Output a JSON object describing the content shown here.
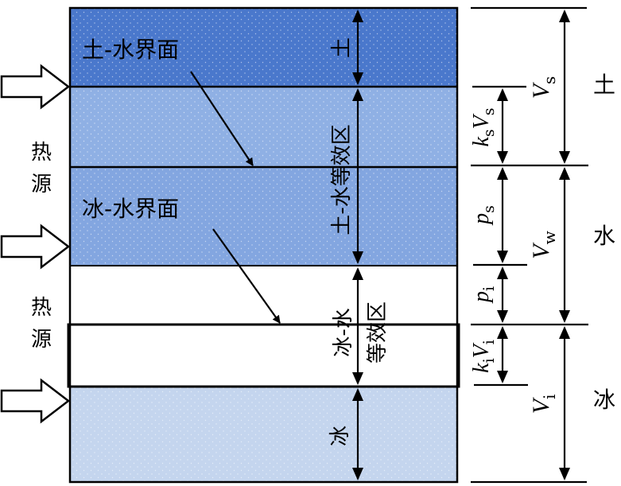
{
  "labels": {
    "soil_water_interface": "土-水界面",
    "ice_water_interface": "冰-水界面",
    "heat_source_1": [
      "热",
      "源"
    ],
    "heat_source_2": [
      "热",
      "源"
    ],
    "soil_inner": "土",
    "soil_water_equiv_zone": "土-水等效区",
    "ice_water_equiv_zone_1": "冰-水",
    "ice_water_equiv_zone_2": "等效区",
    "ice_inner": "冰",
    "right_soil": "土",
    "right_water": "水",
    "right_ice": "冰"
  },
  "symbols": {
    "Vs": {
      "main": "V",
      "sub": "s"
    },
    "Vw": {
      "main": "V",
      "sub": "w"
    },
    "Vi": {
      "main": "V",
      "sub": "i"
    },
    "ksVs": {
      "k": "k",
      "ksub": "s",
      "v": "V",
      "vsub": "s"
    },
    "kiVi": {
      "k": "k",
      "ksub": "i",
      "v": "V",
      "vsub": "i"
    },
    "ps": {
      "main": "p",
      "sub": "s"
    },
    "pi": {
      "main": "p",
      "sub": "i"
    }
  },
  "colors": {
    "soil_top": "#4a78cc",
    "soil_water_zone": "#8fb0e4",
    "soil_water_zone_lower": "#83a6e0",
    "ice_zone": "#c4d5ee",
    "white": "#ffffff",
    "line": "#000000"
  }
}
